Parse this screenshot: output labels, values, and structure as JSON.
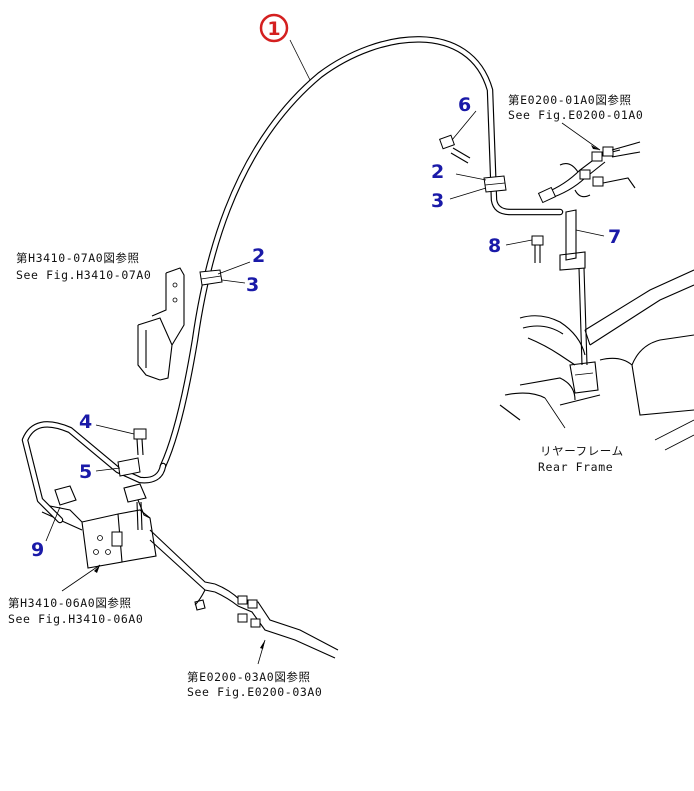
{
  "callouts": {
    "c1": "1",
    "c2a": "2",
    "c3a": "3",
    "c2b": "2",
    "c3b": "3",
    "c4": "4",
    "c5": "5",
    "c6": "6",
    "c7": "7",
    "c8": "8",
    "c9": "9"
  },
  "references": {
    "e0200_01a0_jp": "第E0200-01A0図参照",
    "e0200_01a0_en": "See Fig.E0200-01A0",
    "h3410_07a0_jp": "第H3410-07A0図参照",
    "h3410_07a0_en": "See Fig.H3410-07A0",
    "h3410_06a0_jp": "第H3410-06A0図参照",
    "h3410_06a0_en": "See Fig.H3410-06A0",
    "e0200_03a0_jp": "第E0200-03A0図参照",
    "e0200_03a0_en": "See Fig.E0200-03A0",
    "rear_frame_jp": "リヤーフレーム",
    "rear_frame_en": "Rear Frame"
  },
  "colors": {
    "callout_text": "#1a1aa8",
    "highlight_circle": "#d42020",
    "line": "#000000"
  }
}
